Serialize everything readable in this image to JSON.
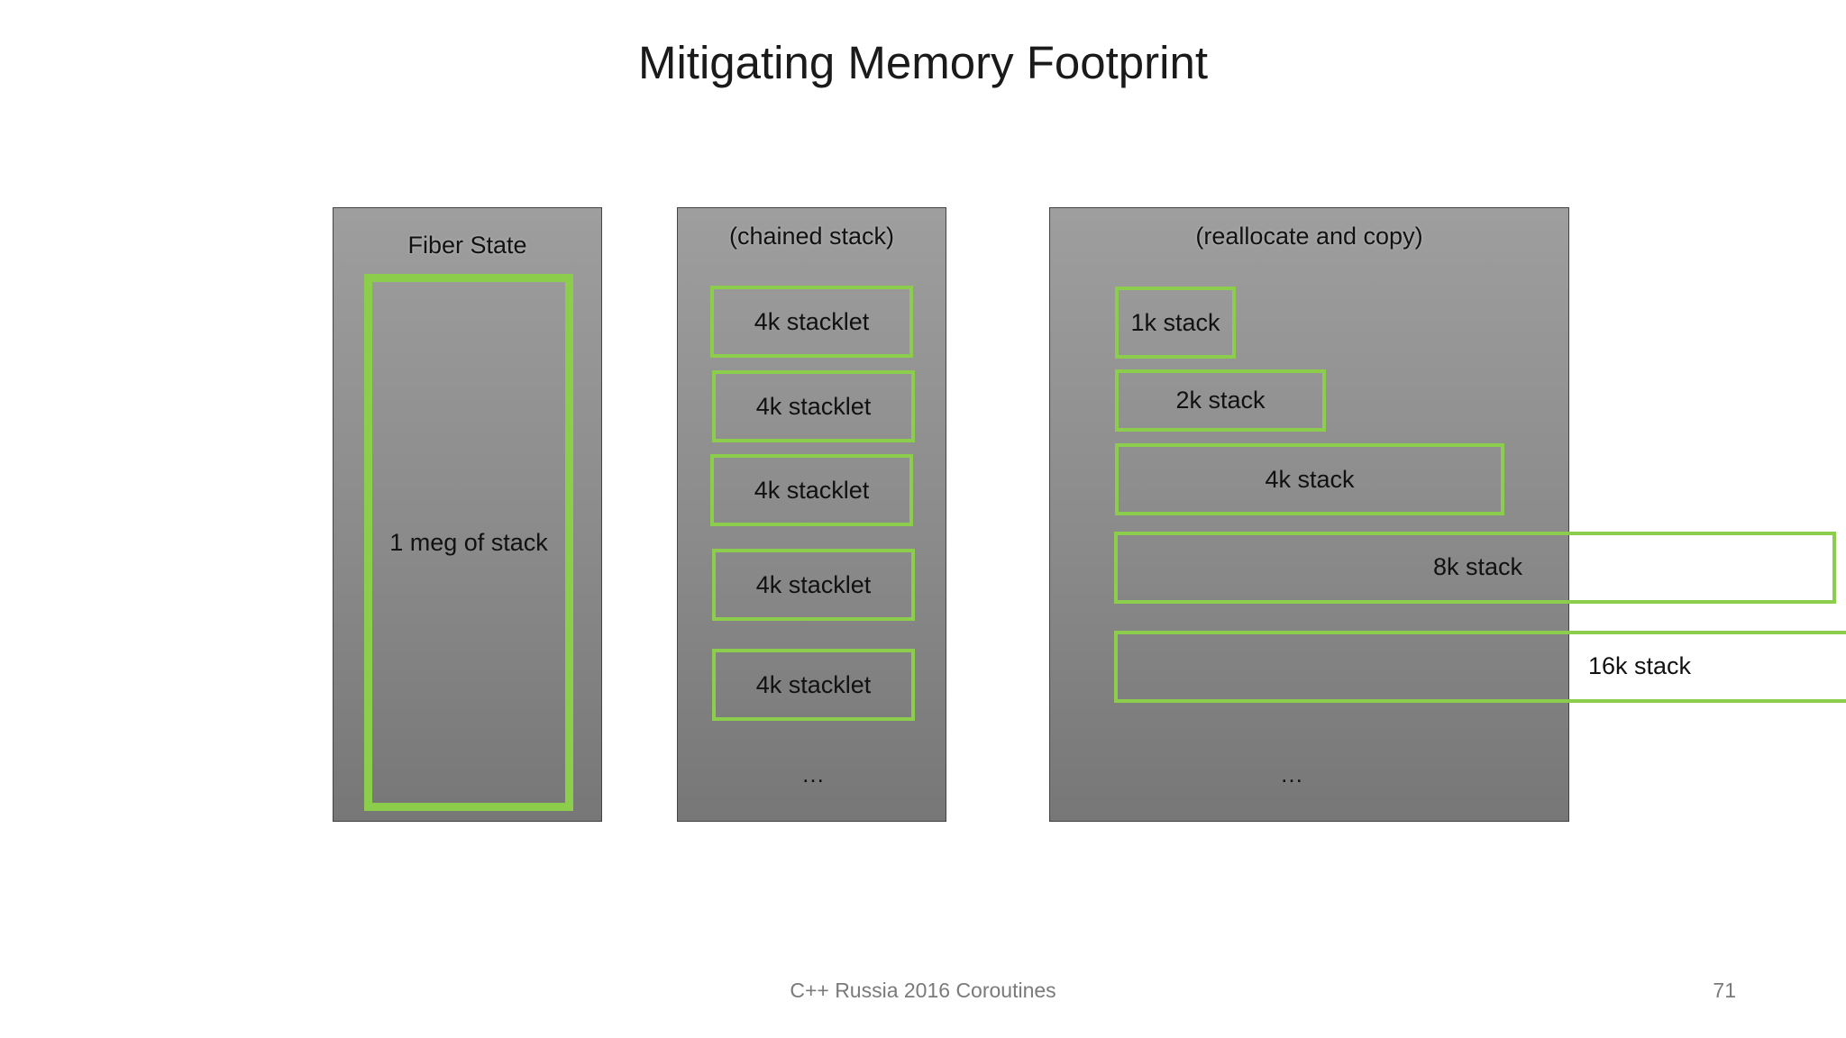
{
  "slide": {
    "title": "Mitigating Memory Footprint",
    "footer": "C++ Russia 2016 Coroutines",
    "page_number": "71"
  },
  "fiber_panel": {
    "title": "Fiber State",
    "stack_label": "1 meg of stack"
  },
  "chained_panel": {
    "title": "(chained stack)",
    "stacklets": [
      "4k stacklet",
      "4k stacklet",
      "4k stacklet",
      "4k stacklet",
      "4k stacklet"
    ],
    "ellipsis": "…"
  },
  "realloc_panel": {
    "title": "(reallocate and copy)",
    "stacks": [
      "1k stack",
      "2k stack",
      "4k stack",
      "8k stack",
      "16k stack"
    ],
    "ellipsis": "…"
  },
  "colors": {
    "stack_border": "#8dcd4c",
    "panel_top": "#9e9e9e",
    "panel_bottom": "#777777"
  }
}
